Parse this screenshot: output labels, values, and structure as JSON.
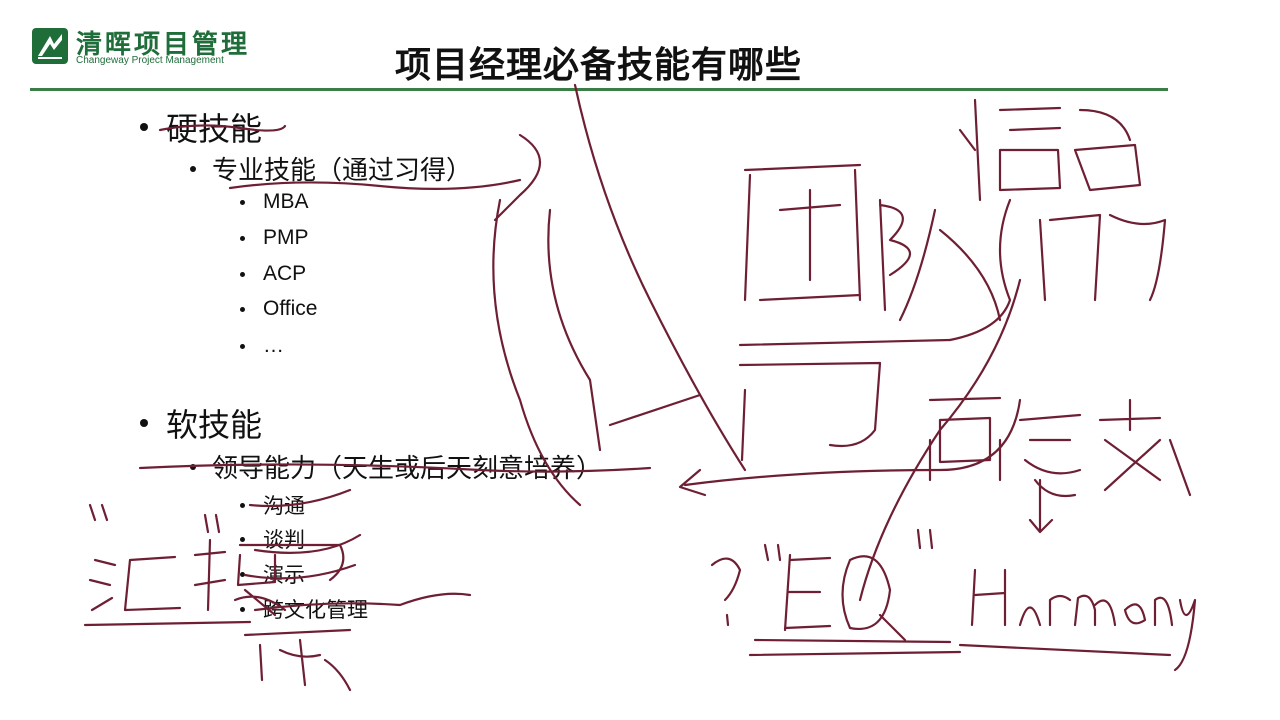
{
  "logo": {
    "name_cn": "清晖项目管理",
    "name_en": "Changeway Project Management"
  },
  "title": "项目经理必备技能有哪些",
  "hard": {
    "heading": "硬技能",
    "sub": "专业技能（通过习得）",
    "items": [
      "MBA",
      "PMP",
      "ACP",
      "Office",
      "…"
    ]
  },
  "soft": {
    "heading": "软技能",
    "sub": "领导能力（天生或后天刻意培养）",
    "items": [
      "沟通",
      "谈判",
      "演示",
      "跨文化管理"
    ]
  },
  "colors": {
    "brand_green": "#1f6e3a",
    "rule_green": "#3b7d47",
    "ink": "#6e1f33"
  }
}
